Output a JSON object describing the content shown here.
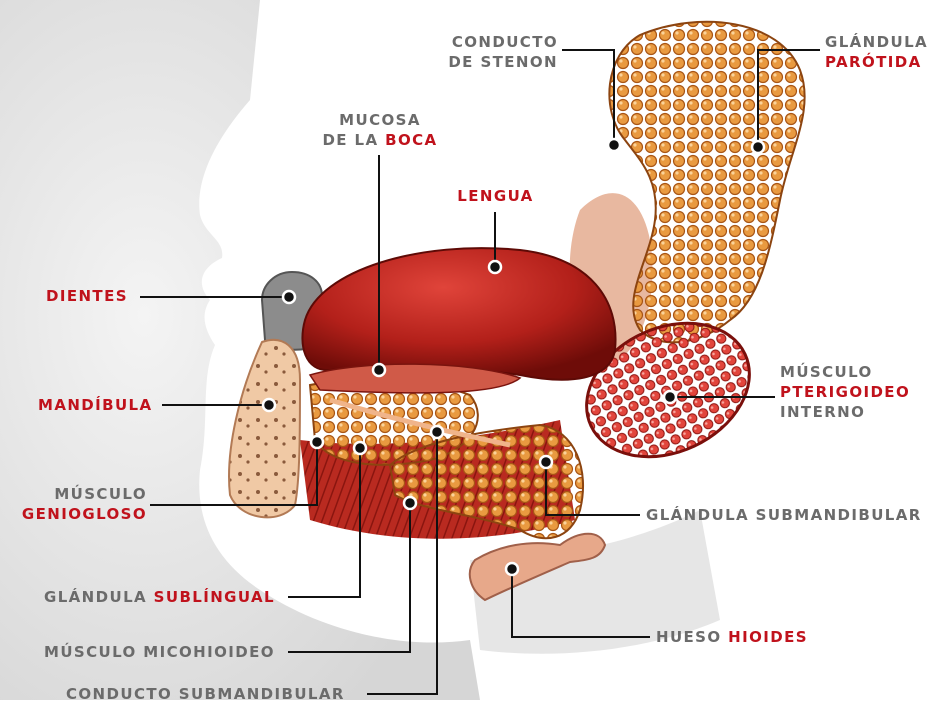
{
  "colors": {
    "label_gray": "#6b6b6b",
    "label_red": "#c0121c",
    "leader_line": "#111111",
    "background": "#ffffff"
  },
  "labels": {
    "conducto_stenon": {
      "line1": "CONDUCTO",
      "line2": "DE STENON"
    },
    "glandula_parotida": {
      "gray": "GLÁNDULA",
      "red": "PARÓTIDA"
    },
    "mucosa_boca": {
      "line1": "MUCOSA",
      "line2_gray": "DE LA ",
      "line2_red": "BOCA"
    },
    "lengua": {
      "red": "LENGUA"
    },
    "dientes": {
      "red": "DIENTES"
    },
    "mandibula": {
      "red": "MANDÍBULA"
    },
    "musculo_pterigoideo": {
      "gray1": "MÚSCULO",
      "red": "PTERIGOIDEO",
      "gray2": "INTERNO"
    },
    "musculo_geniogloso": {
      "gray": "MÚSCULO",
      "red": "GENIOGLOSO"
    },
    "glandula_submandibular": {
      "gray": "GLÁNDULA SUBMANDIBULAR"
    },
    "glandula_sublingual": {
      "gray": "GLÁNDULA ",
      "red": "SUBLÍNGUAL"
    },
    "musculo_micohioideo": {
      "gray": "MÚSCULO MICOHIOIDEO"
    },
    "hueso_hioides": {
      "gray": "HUESO ",
      "red": "HIOIDES"
    },
    "conducto_submandibular": {
      "gray": "CONDUCTO SUBMANDIBULAR"
    }
  }
}
